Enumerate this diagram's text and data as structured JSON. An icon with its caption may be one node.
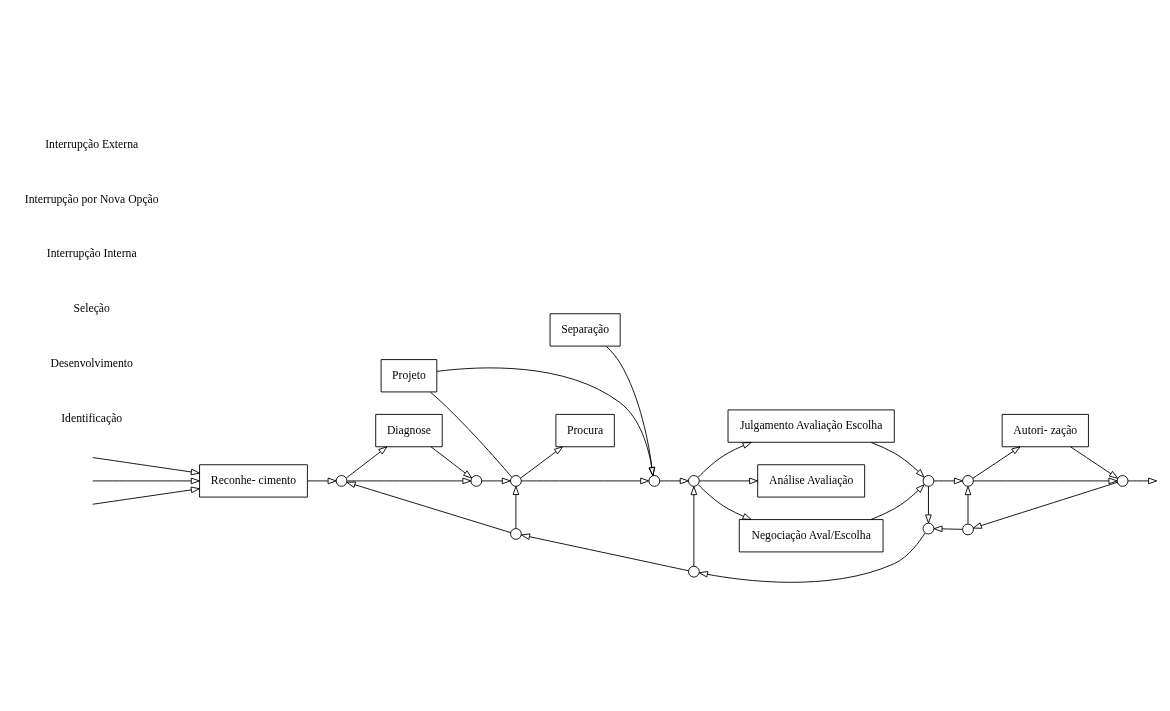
{
  "diagram": {
    "nodes": [
      {
        "text": [
          "Reconhe- cimento"
        ]
      },
      {
        "text": [
          "Diagnose"
        ]
      },
      {
        "text": [
          "Procura"
        ]
      },
      {
        "text": [
          "Separação"
        ]
      },
      {
        "text": [
          "Projeto"
        ]
      },
      {
        "text": [
          "Julgamento Avaliação Escolha"
        ]
      },
      {
        "text": [
          "Análise Avaliação"
        ]
      },
      {
        "text": [
          "Negociação Aval/Escolha"
        ]
      },
      {
        "text": [
          "Autori- zação"
        ]
      },
      {
        "text": [],
        "shape": "circle"
      },
      {
        "text": [],
        "shape": "circle"
      },
      {
        "text": [],
        "shape": "circle"
      },
      {
        "text": [],
        "shape": "circle"
      },
      {
        "text": [],
        "shape": "circle"
      },
      {
        "text": [],
        "shape": "circle"
      },
      {
        "text": [],
        "shape": "circle"
      },
      {
        "text": [],
        "shape": "circle"
      },
      {
        "text": [],
        "shape": "circle"
      },
      {
        "text": [],
        "shape": "circle"
      },
      {
        "text": [],
        "shape": "circle"
      },
      {
        "text": [],
        "shape": "circle"
      }
    ],
    "edges": [
      {
        "from": null,
        "to": 0,
        "arrow": "to"
      },
      {
        "from": null,
        "to": 0,
        "arrow": "to"
      },
      {
        "from": null,
        "to": 0,
        "arrow": "to"
      },
      {
        "from": 0,
        "to": 9,
        "arrow": "to"
      },
      {
        "from": 9,
        "to": 1,
        "arrow": "to"
      },
      {
        "from": 9,
        "to": 10,
        "arrow": "to"
      },
      {
        "from": 1,
        "to": 10,
        "arrow": "to"
      },
      {
        "from": 10,
        "to": 11,
        "arrow": "to"
      },
      {
        "from": 11,
        "to": 2,
        "arrow": "to"
      },
      {
        "from": 11,
        "to": 4,
        "arrow": "none"
      },
      {
        "from": 11,
        "to": 12,
        "arrow": "to"
      },
      {
        "from": 4,
        "to": 12,
        "arrow": "to"
      },
      {
        "from": 3,
        "to": 12,
        "arrow": "to"
      },
      {
        "from": 12,
        "to": 13,
        "arrow": "to"
      },
      {
        "from": 13,
        "to": 5,
        "arrow": "to"
      },
      {
        "from": 13,
        "to": 6,
        "arrow": "to"
      },
      {
        "from": 13,
        "to": 7,
        "arrow": "to"
      },
      {
        "from": 5,
        "to": 14,
        "arrow": "to"
      },
      {
        "from": 7,
        "to": 14,
        "arrow": "to"
      },
      {
        "from": 14,
        "to": 15,
        "arrow": "to"
      },
      {
        "from": 14,
        "to": 19,
        "arrow": "to"
      },
      {
        "from": 15,
        "to": 8,
        "arrow": "to"
      },
      {
        "from": 15,
        "to": 16,
        "arrow": "to"
      },
      {
        "from": 8,
        "to": 16,
        "arrow": "to"
      },
      {
        "from": 16,
        "to": null,
        "arrow": "to"
      },
      {
        "from": 16,
        "to": 20,
        "arrow": "to"
      },
      {
        "from": 20,
        "to": 19,
        "arrow": "to"
      },
      {
        "from": 20,
        "to": 15,
        "arrow": "to"
      },
      {
        "from": 19,
        "to": 18,
        "arrow": "to"
      },
      {
        "from": 18,
        "to": 13,
        "arrow": "to"
      },
      {
        "from": 18,
        "to": 17,
        "arrow": "to"
      },
      {
        "from": 17,
        "to": 11,
        "arrow": "to"
      },
      {
        "from": 17,
        "to": 9,
        "arrow": "to"
      }
    ],
    "labels": [
      "Identificação",
      "Desenvolvimento",
      "Seleção",
      "Interrupção Interna",
      "Interrupção por Nova Opção",
      "Interrupção Externa"
    ]
  }
}
